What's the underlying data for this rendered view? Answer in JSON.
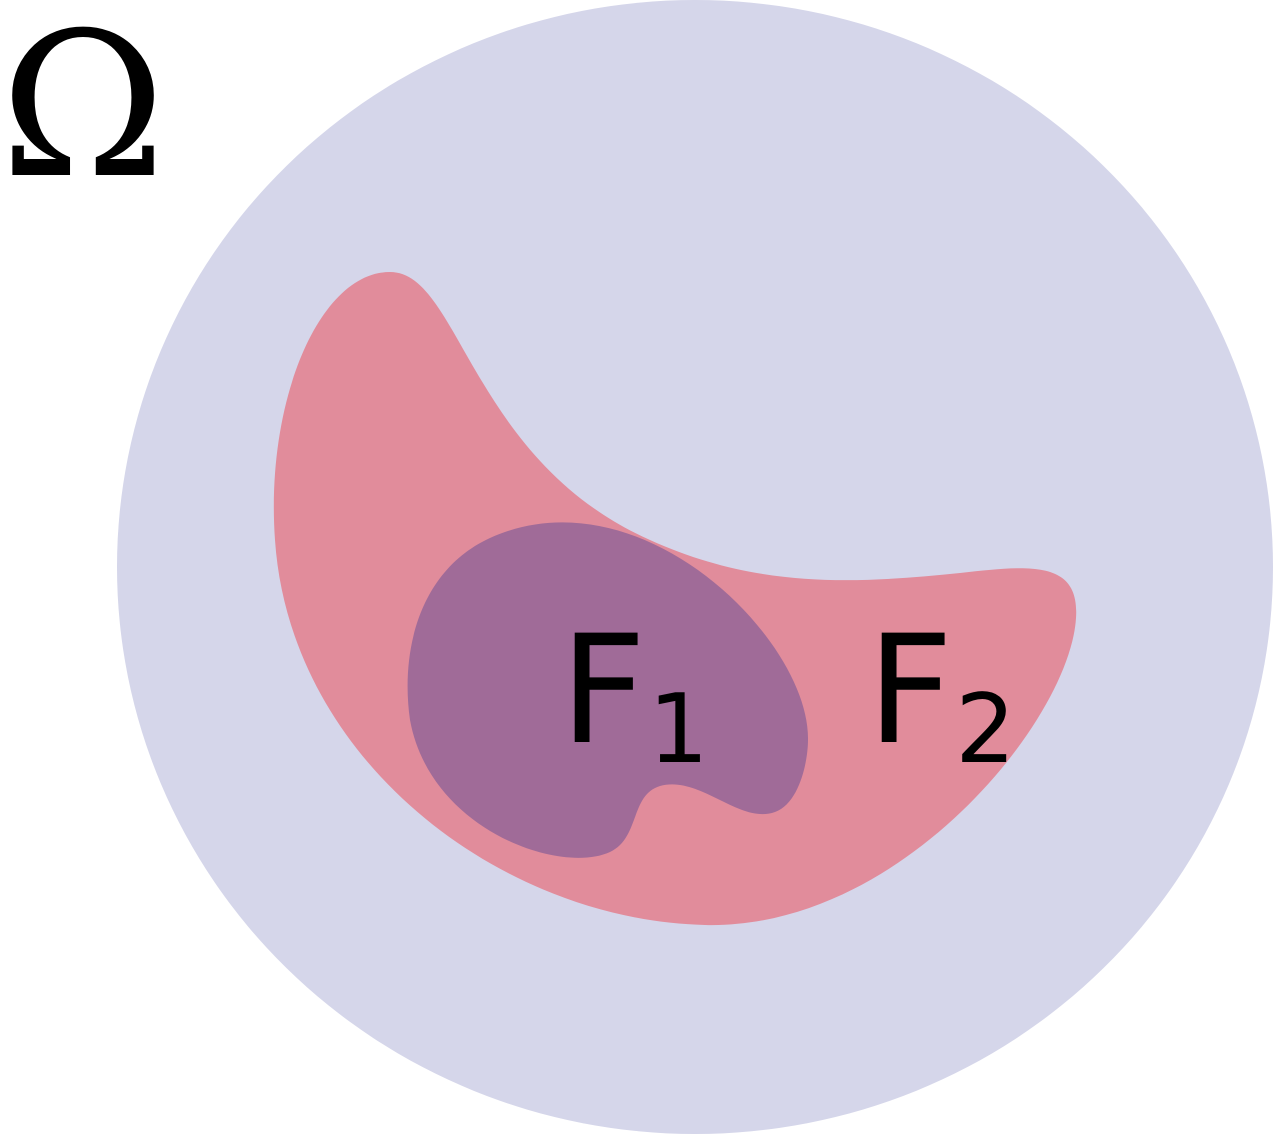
{
  "diagram": {
    "universe": {
      "label": "Ω",
      "color": "#d5d6ea"
    },
    "outer_set": {
      "label": "F",
      "subscript": "2",
      "color": "#e18c9b"
    },
    "inner_set": {
      "label": "F",
      "subscript": "1",
      "color": "#a06b98"
    }
  }
}
